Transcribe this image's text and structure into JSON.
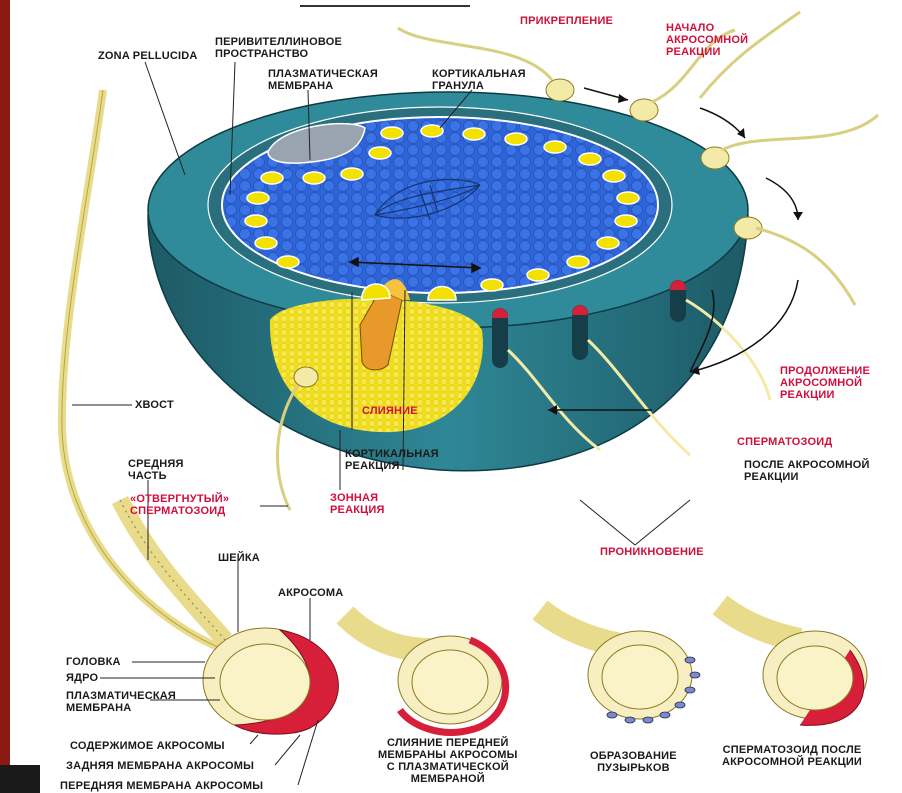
{
  "labels": {
    "zona_pellucida": "ZONA PELLUCIDA",
    "perivitelline": "ПЕРИВИТЕЛЛИНОВОЕ\nПРОСТРАНСТВО",
    "plasma_membrane_top": "ПЛАЗМАТИЧЕСКАЯ\nМЕМБРАНА",
    "cortical_granule": "КОРТИКАЛЬНАЯ\nГРАНУЛА",
    "attachment": "ПРИКРЕПЛЕНИЕ",
    "acrosome_start": "НАЧАЛО\nАКРОСОМНОЙ\nРЕАКЦИИ",
    "acrosome_continue": "ПРОДОЛЖЕНИЕ\nАКРОСОМНОЙ\nРЕАКЦИИ",
    "sperm_after": "СПЕРМАТОЗОИД",
    "sperm_after_2": "ПОСЛЕ АКРОСОМНОЙ\nРЕАКЦИИ",
    "fusion": "СЛИЯНИЕ",
    "cortical_reaction": "КОРТИКАЛЬНАЯ\nРЕАКЦИЯ",
    "zona_reaction": "ЗОННАЯ\nРЕАКЦИЯ",
    "rejected_sperm": "«ОТВЕРГНУТЫЙ»\nСПЕРМАТОЗОИД",
    "penetration": "ПРОНИКНОВЕНИЕ",
    "tail": "ХВОСТ",
    "midpiece": "СРЕДНЯЯ\nЧАСТЬ",
    "neck": "ШЕЙКА",
    "acrosome": "АКРОСОМА",
    "head": "ГОЛОВКА",
    "nucleus": "ЯДРО",
    "plasma_membrane_bottom": "ПЛАЗМАТИЧЕСКАЯ\nМЕМБРАНА",
    "acrosome_contents": "СОДЕРЖИМОЕ АКРОСОМЫ",
    "posterior_membrane": "ЗАДНЯЯ МЕМБРАНА АКРОСОМЫ",
    "anterior_membrane": "ПЕРЕДНЯЯ МЕМБРАНА АКРОСОМЫ",
    "fusion_front": "СЛИЯНИЕ ПЕРЕДНЕЙ\nМЕМБРАНЫ АКРОСОМЫ\nС ПЛАЗМАТИЧЕСКОЙ\nМЕМБРАНОЙ",
    "vesicle_formation": "ОБРАЗОВАНИЕ\nПУЗЫРЬКОВ",
    "sperm_after_reaction": "СПЕРМАТОЗОИД ПОСЛЕ\nАКРОСОМНОЙ РЕАКЦИИ"
  },
  "colors": {
    "frame": "#8b1a12",
    "zona": "#2c7b8a",
    "zona_dark": "#1f5f6c",
    "cytoplasm": "#2b5fd0",
    "granule": "#f3e200",
    "sperm": "#f4eaa8",
    "acrosome_red": "#d81f3a",
    "highlight_red": "#d0103a"
  }
}
